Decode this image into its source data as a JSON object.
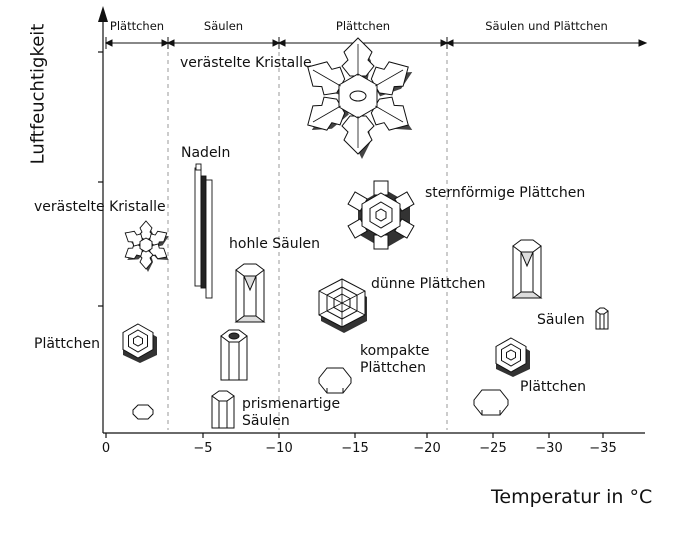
{
  "axes": {
    "y_title": "Luftfeuchtigkeit",
    "x_title": "Temperatur in °C",
    "x_ticks": [
      "0",
      "−5",
      "−10",
      "−15",
      "−20",
      "−25",
      "−30",
      "−35"
    ]
  },
  "zones": [
    "Plättchen",
    "Säulen",
    "Plättchen",
    "Säulen und Plättchen"
  ],
  "labels": {
    "dendrite_top": "verästelte Kristalle",
    "needles": "Nadeln",
    "dendrite_left": "verästelte Kristalle",
    "star_plates": "sternförmige Plättchen",
    "hollow_columns": "hohle Säulen",
    "thin_plates": "dünne Plättchen",
    "plates_left": "Plättchen",
    "columns_right": "Säulen",
    "compact_plates": "kompakte\nPlättchen",
    "plates_right": "Plättchen",
    "prism_columns": "prismenartige\nSäulen"
  }
}
